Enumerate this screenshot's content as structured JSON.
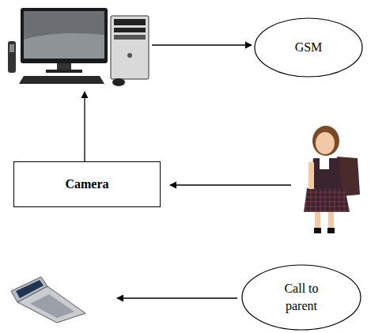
{
  "diagram": {
    "nodes": [
      {
        "text": [
          "GSM"
        ]
      },
      {
        "text": [
          "Camera"
        ]
      },
      {
        "text": [
          "Call to parent"
        ]
      }
    ]
  }
}
